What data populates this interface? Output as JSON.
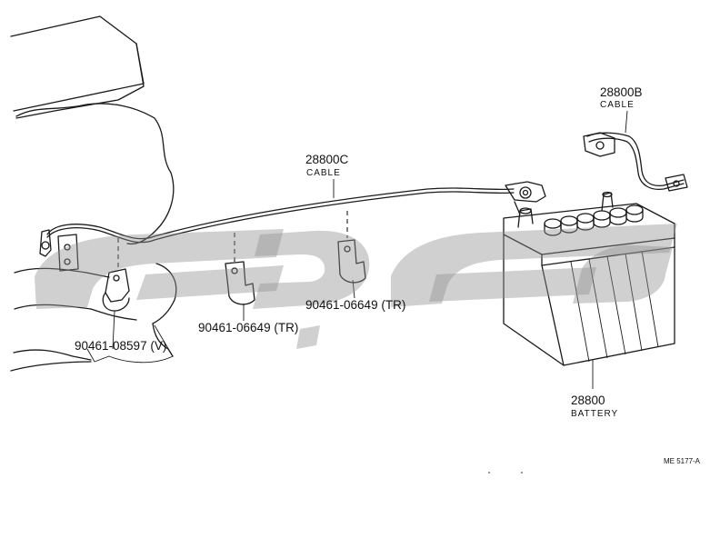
{
  "parts": {
    "cable_b": {
      "number": "28800B",
      "name": "CABLE"
    },
    "cable_c": {
      "number": "28800C",
      "name": "CABLE"
    },
    "clamp_tr_right": {
      "number": "90461-06649 (TR)"
    },
    "clamp_tr_left": {
      "number": "90461-06649 (TR)"
    },
    "clamp_v": {
      "number": "90461-08597 (V)"
    },
    "battery": {
      "number": "28800",
      "name": "BATTERY"
    }
  },
  "drawing_ref": "ME 5177-A",
  "colors": {
    "line": "#1a1a1a",
    "watermark": "#8e8e8e",
    "background": "#ffffff"
  },
  "icons": [
    "engine-block-outline",
    "battery-icon",
    "cable-clamp-icon",
    "terminal-connector-icon"
  ]
}
